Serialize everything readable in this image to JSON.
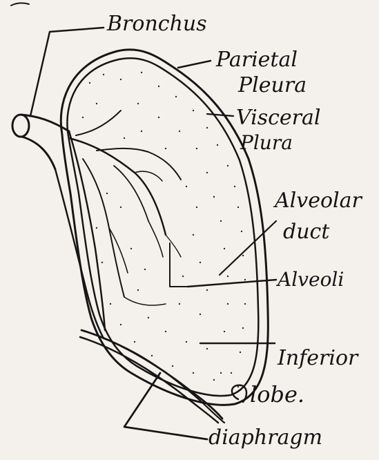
{
  "labels": {
    "bronchus": "Bronchus",
    "parietal_1": "Parietal",
    "parietal_2": "Pleura",
    "visceral_1": "Visceral",
    "visceral_2": "Plura",
    "alveolar_1": "Alveolar",
    "alveolar_2": "duct",
    "alveoli": "Alveoli",
    "inferior_1": "Inferior",
    "inferior_2": "lobe.",
    "diaphragm": "diaphragm"
  },
  "colors": {
    "paper": "#f4f1ec",
    "ink": "#161616"
  }
}
